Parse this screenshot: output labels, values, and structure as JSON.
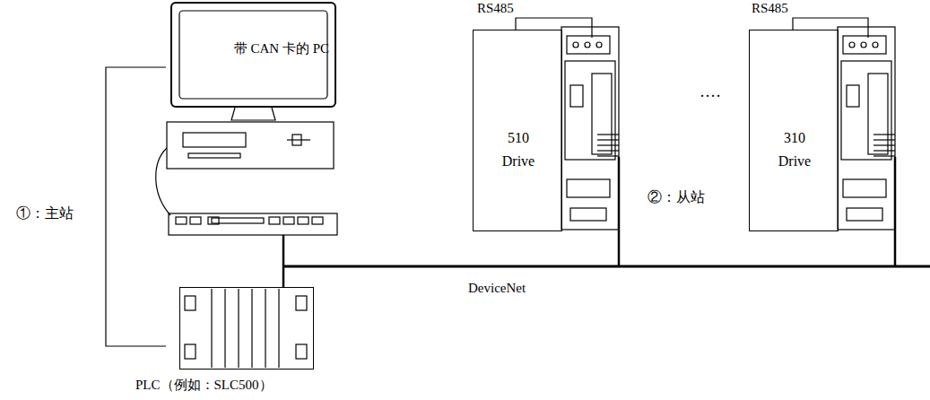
{
  "diagram": {
    "nodes": [
      {
        "text": [
          "带 CAN 卡的 PC"
        ]
      },
      {
        "text": [
          "PLC（例如：SLC500）"
        ]
      },
      {
        "text": [
          "510 Drive"
        ]
      },
      {
        "text": [
          "310 Drive"
        ]
      }
    ],
    "labels": [
      "①：主站",
      "RS485",
      "RS485",
      "····",
      "②：从站",
      "DeviceNet"
    ]
  }
}
